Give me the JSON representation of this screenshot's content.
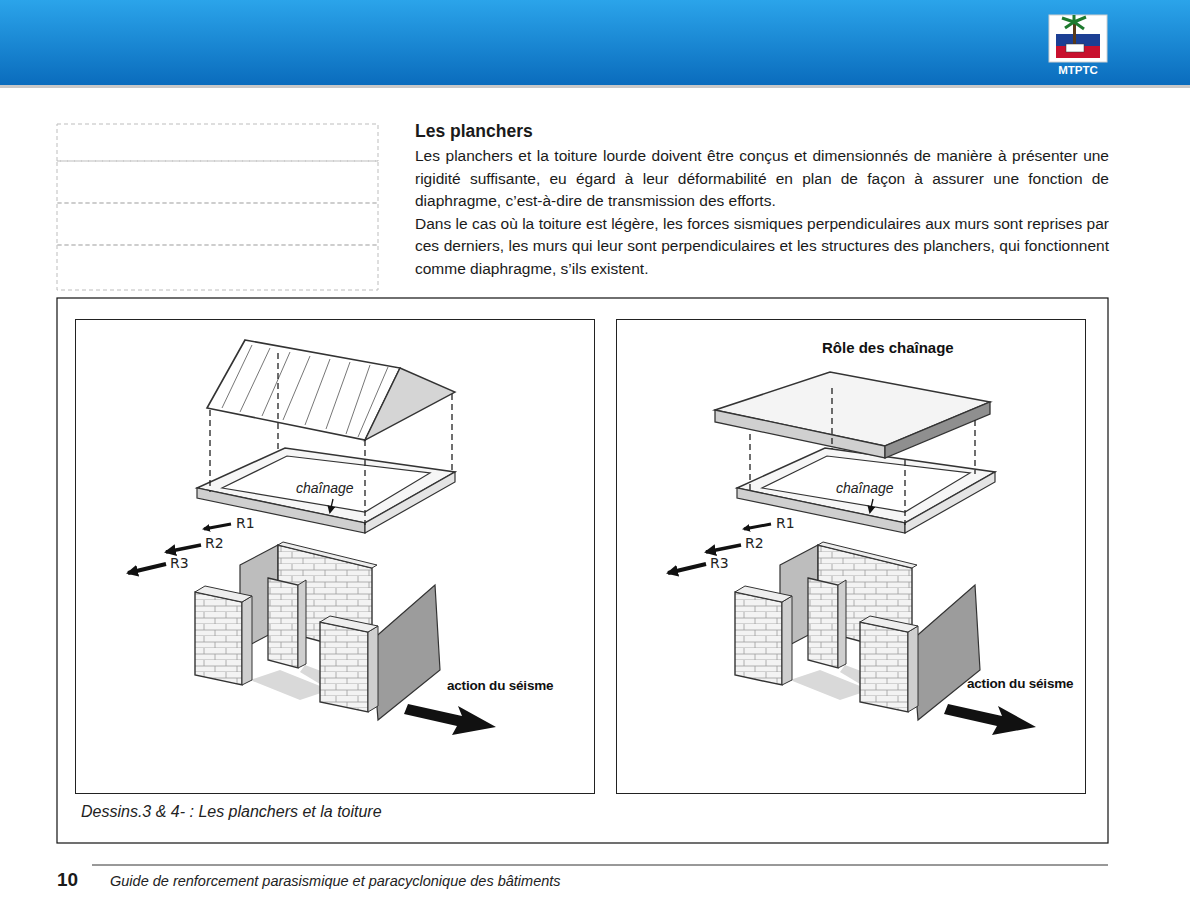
{
  "diagram": {
    "title": "Les planchers",
    "caption": "Dessins.3 & 4- : Les planchers et la toiture",
    "nodes": [
      {
        "text": [
          "chaînage",
          "R1",
          "R2",
          "R3",
          "action du séisme"
        ]
      },
      {
        "text": [
          "Rôle des chaînage",
          "chaînage",
          "R1",
          "R2",
          "R3",
          "action du séisme"
        ]
      }
    ],
    "labels": [
      "MTPTC",
      "Les planchers et la toiture lourde doivent être conçus et dimensionnés de manière à présenter une rigidité suffisante, eu égard à leur déformabilité en plan de façon à assurer une fonction de diaphragme, c’est-à-dire de transmission des efforts.",
      "Dans le cas où la toiture est légère, les forces sismiques perpendiculaires aux murs sont reprises par ces derniers, les murs qui leur sont perpendiculaires et les structures des planchers, qui fonctionnent comme diaphragme, s’ils existent.",
      "10",
      "Guide de renforcement parasismique et paracyclonique des bâtiments"
    ]
  }
}
